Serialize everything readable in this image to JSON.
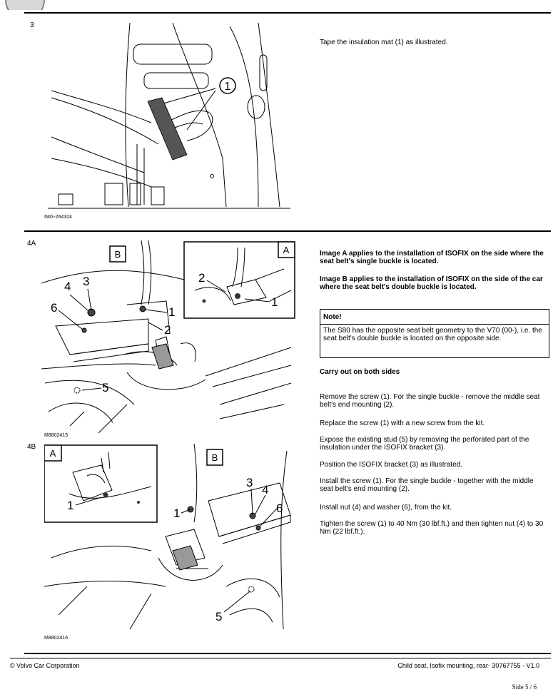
{
  "step3": {
    "number": "3",
    "image_code": "IMG-264324",
    "callout": "1",
    "instruction": "Tape the insulation mat (1) as illustrated."
  },
  "step4a": {
    "number": "4A",
    "image_code": "M8802415",
    "labels": {
      "b": "B",
      "a": "A",
      "n1": "1",
      "n2": "2",
      "n3": "3",
      "n4": "4",
      "n5": "5",
      "n6": "6",
      "inset1": "1",
      "inset2": "2"
    }
  },
  "step4b": {
    "number": "4B",
    "image_code": "M8802416",
    "labels": {
      "a": "A",
      "b": "B",
      "n1": "1",
      "n3": "3",
      "n4": "4",
      "n5": "5",
      "n6": "6",
      "inset1": "1"
    }
  },
  "instructions": {
    "image_a": "Image A applies to the installation of ISOFIX on the side where the seat belt's single buckle is located.",
    "image_b": "Image B applies to the installation of ISOFIX on the side of the car where the seat belt's double buckle is located.",
    "note_title": "Note!",
    "note_body": "The S80 has the opposite seat belt geometry to the V70 (00-), i.e. the seat belt's double buckle is located on the opposite side.",
    "both_sides": "Carry out on both sides",
    "steps": [
      "Remove the screw (1). For the single buckle - remove the middle seat belt's end mounting (2).",
      "Replace the screw (1) with a new screw from the kit.",
      "Expose the existing stud (5) by removing the perforated part of the insulation under the ISOFIX bracket (3).",
      "Position the ISOFIX bracket (3) as illustrated.",
      "Install the screw (1). For the single buckle - together with the middle seat belt's end mounting (2).",
      "Install nut (4) and washer (6), from the kit.",
      "Tighten the screw (1) to 40 Nm (30 lbf.ft.) and then tighten nut (4) to 30 Nm (22 lbf.ft.)."
    ]
  },
  "footer": {
    "copyright": "© Volvo Car Corporation",
    "doc_title": "Child seat, Isofix mounting, rear- 30767755 - V1.0",
    "page": "Side 5 / 6"
  }
}
